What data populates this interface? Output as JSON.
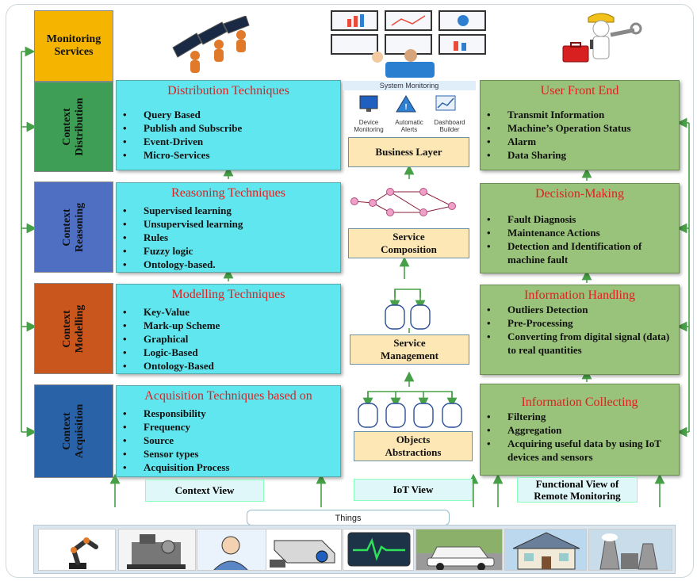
{
  "layers": {
    "monitoring": "Monitoring\nServices",
    "distribution": "Context\nDistribution",
    "reasoning": "Context\nReasoning",
    "modelling": "Context\nModelling",
    "acquisition": "Context\nAcquisition"
  },
  "context_view": {
    "distribution": {
      "title": "Distribution Techniques",
      "items": [
        "Query Based",
        "Publish and Subscribe",
        "Event-Driven",
        "Micro-Services"
      ]
    },
    "reasoning": {
      "title": "Reasoning Techniques",
      "items": [
        "Supervised learning",
        "Unsupervised learning",
        "Rules",
        "Fuzzy logic",
        "Ontology-based."
      ]
    },
    "modelling": {
      "title": "Modelling Techniques",
      "items": [
        "Key-Value",
        "Mark-up Scheme",
        "Graphical",
        "Logic-Based",
        "Ontology-Based"
      ]
    },
    "acquisition": {
      "title": "Acquisition Techniques based on",
      "items": [
        "Responsibility",
        "Frequency",
        "Source",
        "Sensor types",
        "Acquisition Process"
      ]
    }
  },
  "iot_view": {
    "system_monitoring": "System Monitoring",
    "captions": [
      "Device\nMonitoring",
      "Automatic\nAlerts",
      "Dashboard\nBuilder"
    ],
    "business_layer": "Business Layer",
    "service_composition": "Service\nComposition",
    "service_management": "Service\nManagement",
    "objects_abstractions": "Objects\nAbstractions"
  },
  "functional_view": {
    "user_front_end": {
      "title": "User Front End",
      "items": [
        "Transmit Information",
        "Machine’s Operation Status",
        "Alarm",
        "Data Sharing"
      ]
    },
    "decision_making": {
      "title": "Decision-Making",
      "items": [
        "Fault Diagnosis",
        "Maintenance Actions",
        "Detection and Identification of machine fault"
      ]
    },
    "information_handling": {
      "title": "Information Handling",
      "items": [
        "Outliers Detection",
        "Pre-Processing",
        "Converting from digital signal (data) to real quantities"
      ]
    },
    "information_collecting": {
      "title": "Information Collecting",
      "items": [
        "Filtering",
        "Aggregation",
        "Acquiring useful data by using IoT devices and sensors"
      ]
    }
  },
  "view_labels": {
    "context": "Context View",
    "iot": "IoT View",
    "functional": "Functional View of\nRemote Monitoring"
  },
  "things_label": "Things",
  "things_icons": [
    "robot-arm-icon",
    "industrial-machine-icon",
    "person-icon",
    "surveillance-camera-icon",
    "heart-monitor-icon",
    "car-icon",
    "house-icon",
    "power-plant-icon"
  ],
  "colors": {
    "monitoring": "#f4b400",
    "distribution": "#3f9e55",
    "reasoning": "#4f6fc2",
    "modelling": "#c9561c",
    "acquisition": "#2a62a8",
    "tech": "#5fe6ee",
    "func": "#99c27a",
    "beige": "#fde7b5",
    "title_red": "#e02020",
    "arrow": "#47a047"
  }
}
